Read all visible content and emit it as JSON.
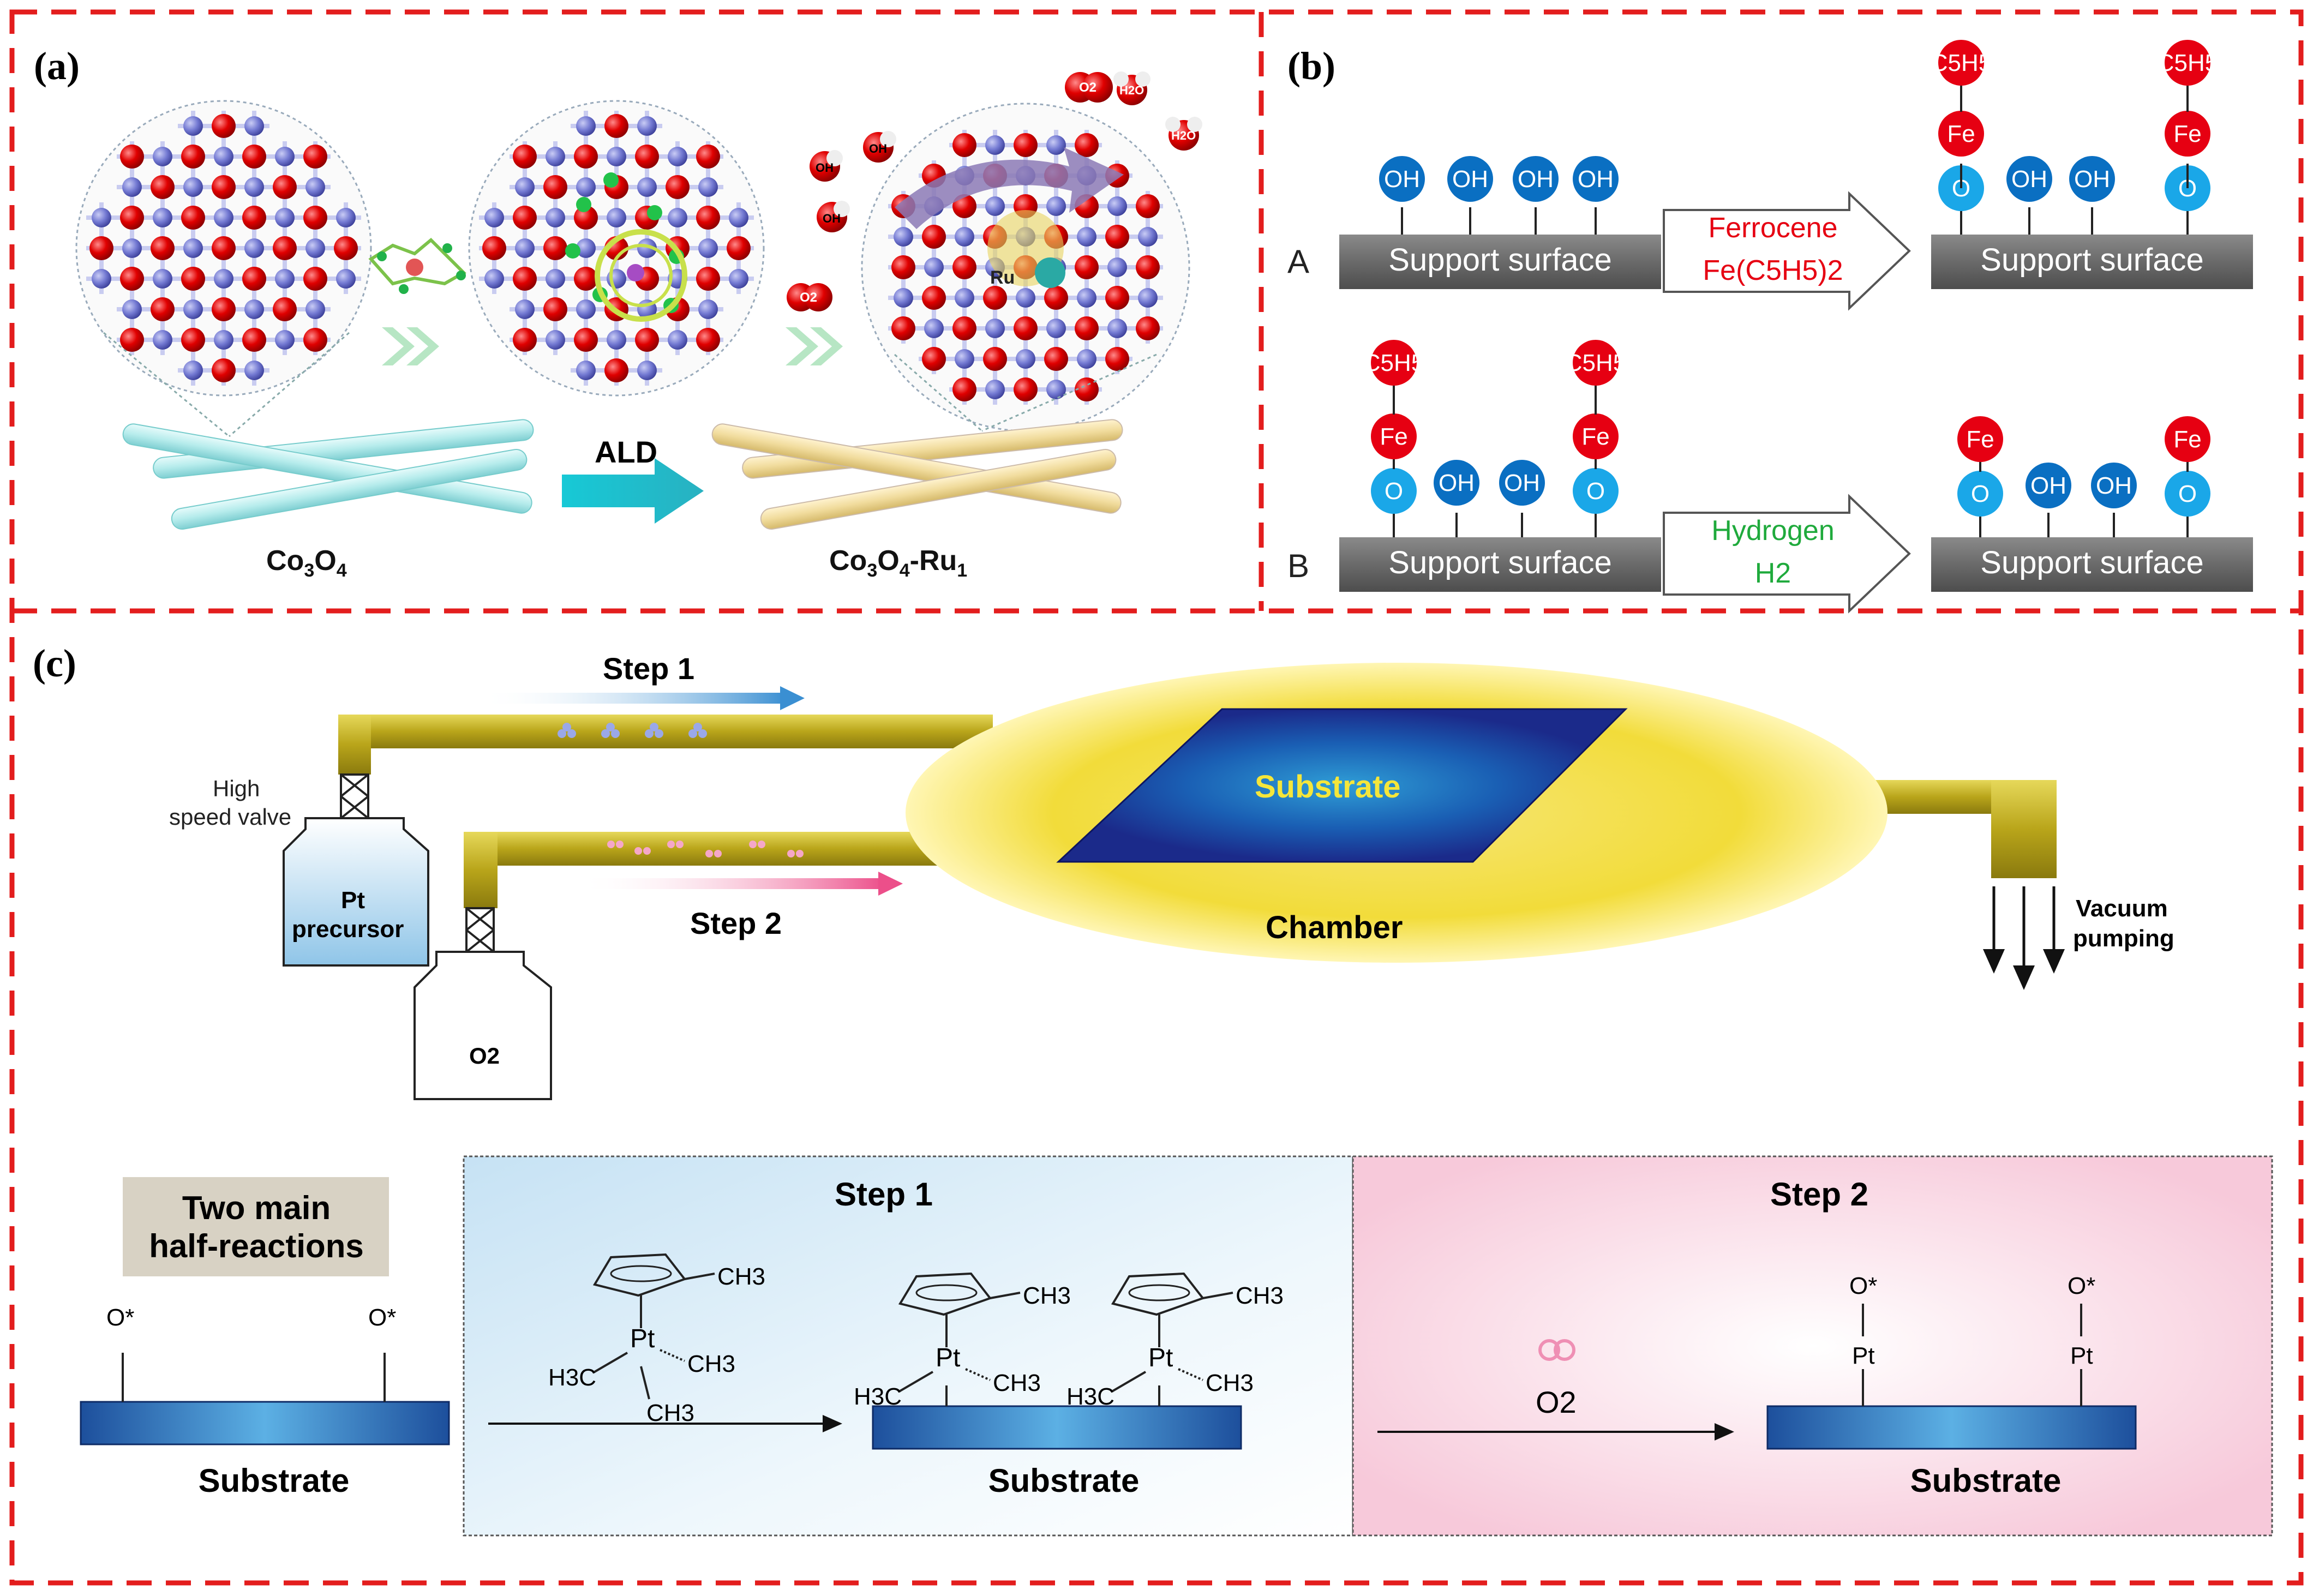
{
  "panel_a": {
    "label": "(a)",
    "ald": "ALD",
    "left_label_main": "Co",
    "left_sub1": "3",
    "left_o": "O",
    "left_sub2": "4",
    "right_label_main": "Co",
    "right_sub1": "3",
    "right_o": "O",
    "right_sub2": "4",
    "right_ru": "-Ru",
    "right_sub3": "1",
    "o2": "O2",
    "oh": "OH",
    "h2o": "H2O",
    "o2_top": "O2",
    "ru": "Ru"
  },
  "panel_b": {
    "label": "(b)",
    "row_a": "A",
    "row_b": "B",
    "support": "Support surface",
    "oh": "OH",
    "o": "O",
    "fe": "Fe",
    "c5h5": "C5H5",
    "ferrocene": "Ferrocene",
    "ferrocene_formula": "Fe(C5H5)2",
    "hydrogen": "Hydrogen",
    "hydrogen_formula": "H2",
    "colors": {
      "red": "#e60012",
      "blue": "#0a6fc2",
      "cyan": "#1aa7e8",
      "surface": "#6d6d6d",
      "green": "#1faa3c"
    }
  },
  "panel_c": {
    "label": "(c)",
    "step1": "Step 1",
    "step2": "Step 2",
    "valve": [
      "High",
      "speed valve"
    ],
    "pt_precursor": [
      "Pt",
      "precursor"
    ],
    "o2_bottle": "O2",
    "substrate_center": "Substrate",
    "chamber": "Chamber",
    "vacuum": [
      "Vacuum",
      "pumping"
    ],
    "half_reactions": [
      "Two main",
      "half-reactions"
    ],
    "substrate": "Substrate",
    "ostar": "O*",
    "pt": "Pt",
    "ch3": "CH3",
    "h3c": "H3C",
    "o2_mol": "O2",
    "colors": {
      "pipe": "#c8b41e",
      "chamber": "#f3de2c",
      "plate": "#1b2a8a",
      "step1_bg": "#d9ecf7",
      "step2_bg": "#f9dbe6"
    }
  }
}
